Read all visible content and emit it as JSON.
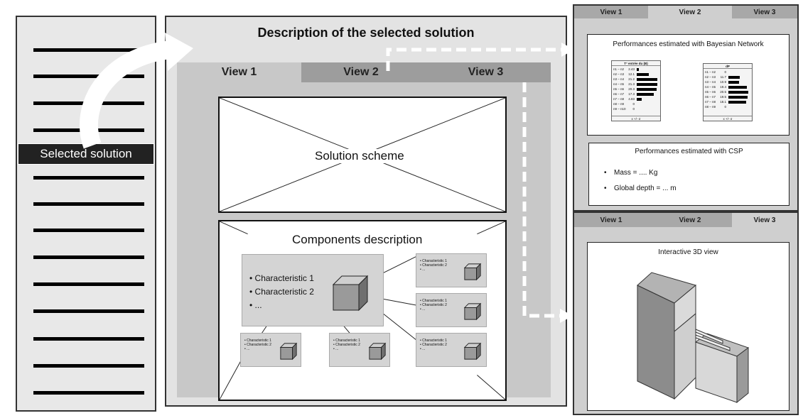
{
  "left_panel": {
    "selected_label": "Selected solution",
    "colors": {
      "bar": "#000000",
      "label_bg": "#222222"
    }
  },
  "center": {
    "title": "Description of the selected solution",
    "tabs": [
      {
        "label": "View 1",
        "active": true
      },
      {
        "label": "View 2",
        "active": false
      },
      {
        "label": "View 3",
        "active": false
      }
    ],
    "scheme_label": "Solution scheme",
    "components_label": "Components description",
    "main_component": {
      "items": [
        "Characteristic 1",
        "Characteristic 2",
        "..."
      ]
    },
    "small_component": {
      "items": [
        "Characteristic 1",
        "Characteristic 2",
        "..."
      ]
    }
  },
  "right_top": {
    "tabs": [
      {
        "label": "View 1",
        "active": false
      },
      {
        "label": "View 2",
        "active": true
      },
      {
        "label": "View 3",
        "active": false
      }
    ],
    "bayesian_title": "Performances estimated with Bayesian Network",
    "table_left": {
      "header": "T° entrée du (B)",
      "footer": "x +/- σ",
      "rows": [
        {
          "label": "n1 – n2",
          "value": 2.43
        },
        {
          "label": "n2 – n3",
          "value": 12.1
        },
        {
          "label": "n3 – n4",
          "value": 21.2
        },
        {
          "label": "n4 – n5",
          "value": 21.3
        },
        {
          "label": "n5 – n6",
          "value": 20.3
        },
        {
          "label": "n6 – n7",
          "value": 17.3
        },
        {
          "label": "n7 – n8",
          "value": 4.83
        },
        {
          "label": "n8 – n9",
          "value": 0
        },
        {
          "label": "n9 – n10",
          "value": 0
        }
      ]
    },
    "table_right": {
      "header": "dP",
      "footer": "x +/- σ",
      "rows": [
        {
          "label": "n1 – n2",
          "value": 0
        },
        {
          "label": "n2 – n3",
          "value": 11.7
        },
        {
          "label": "n3 – n4",
          "value": 10.9
        },
        {
          "label": "n4 – n5",
          "value": 19.4
        },
        {
          "label": "n5 – n6",
          "value": 20.5
        },
        {
          "label": "n6 – n7",
          "value": 19.5
        },
        {
          "label": "n7 – n8",
          "value": 18.1
        },
        {
          "label": "n8 – n9",
          "value": 0
        }
      ]
    },
    "csp_title": "Performances estimated with CSP",
    "csp_items": [
      "Mass = .... Kg",
      "Global depth = ... m"
    ]
  },
  "right_bottom": {
    "tabs": [
      {
        "label": "View 1",
        "active": false
      },
      {
        "label": "View 2",
        "active": false
      },
      {
        "label": "View 3",
        "active": true
      }
    ],
    "view_title": "Interactive 3D view"
  }
}
